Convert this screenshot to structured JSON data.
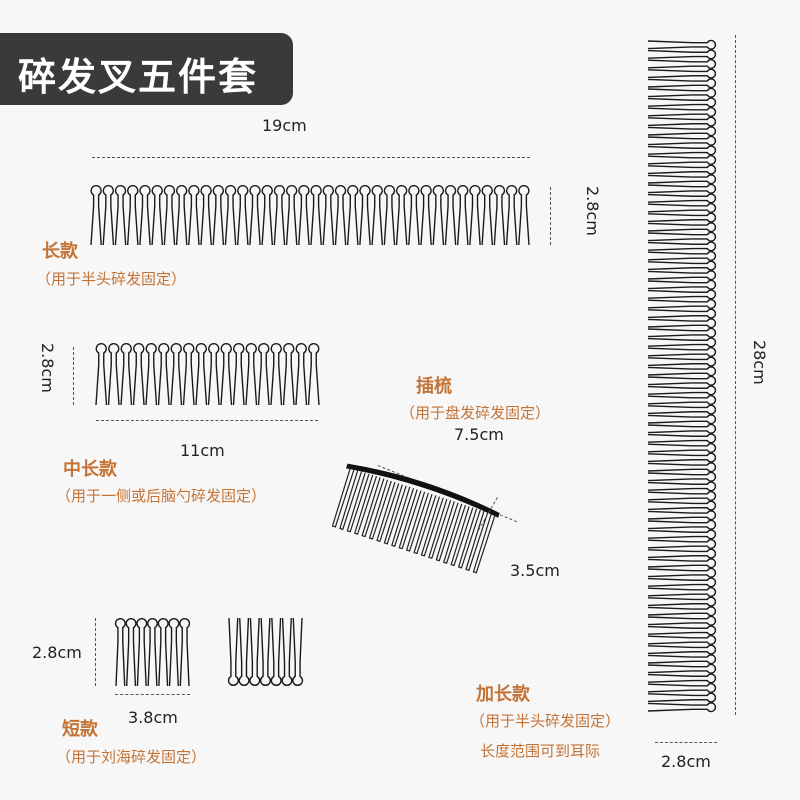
{
  "title": "碎发叉五件套",
  "long": {
    "name": "长款",
    "usage": "（用于半头碎发固定）",
    "width": "19cm",
    "height": "2.8cm"
  },
  "medium": {
    "name": "中长款",
    "usage": "（用于一侧或后脑勺碎发固定）",
    "width": "11cm",
    "height": "2.8cm"
  },
  "insert": {
    "name": "插梳",
    "usage": "（用于盘发碎发固定）",
    "width": "7.5cm",
    "height": "3.5cm"
  },
  "short": {
    "name": "短款",
    "usage": "（用于刘海碎发固定）",
    "width": "3.8cm",
    "height": "2.8cm"
  },
  "extra_long": {
    "name": "加长款",
    "usage": "（用于半头碎发固定）",
    "note": "长度范围可到耳际",
    "width": "2.8cm",
    "height": "28cm"
  },
  "colors": {
    "accent": "#c47335",
    "title_bg": "#3a3a3a"
  }
}
